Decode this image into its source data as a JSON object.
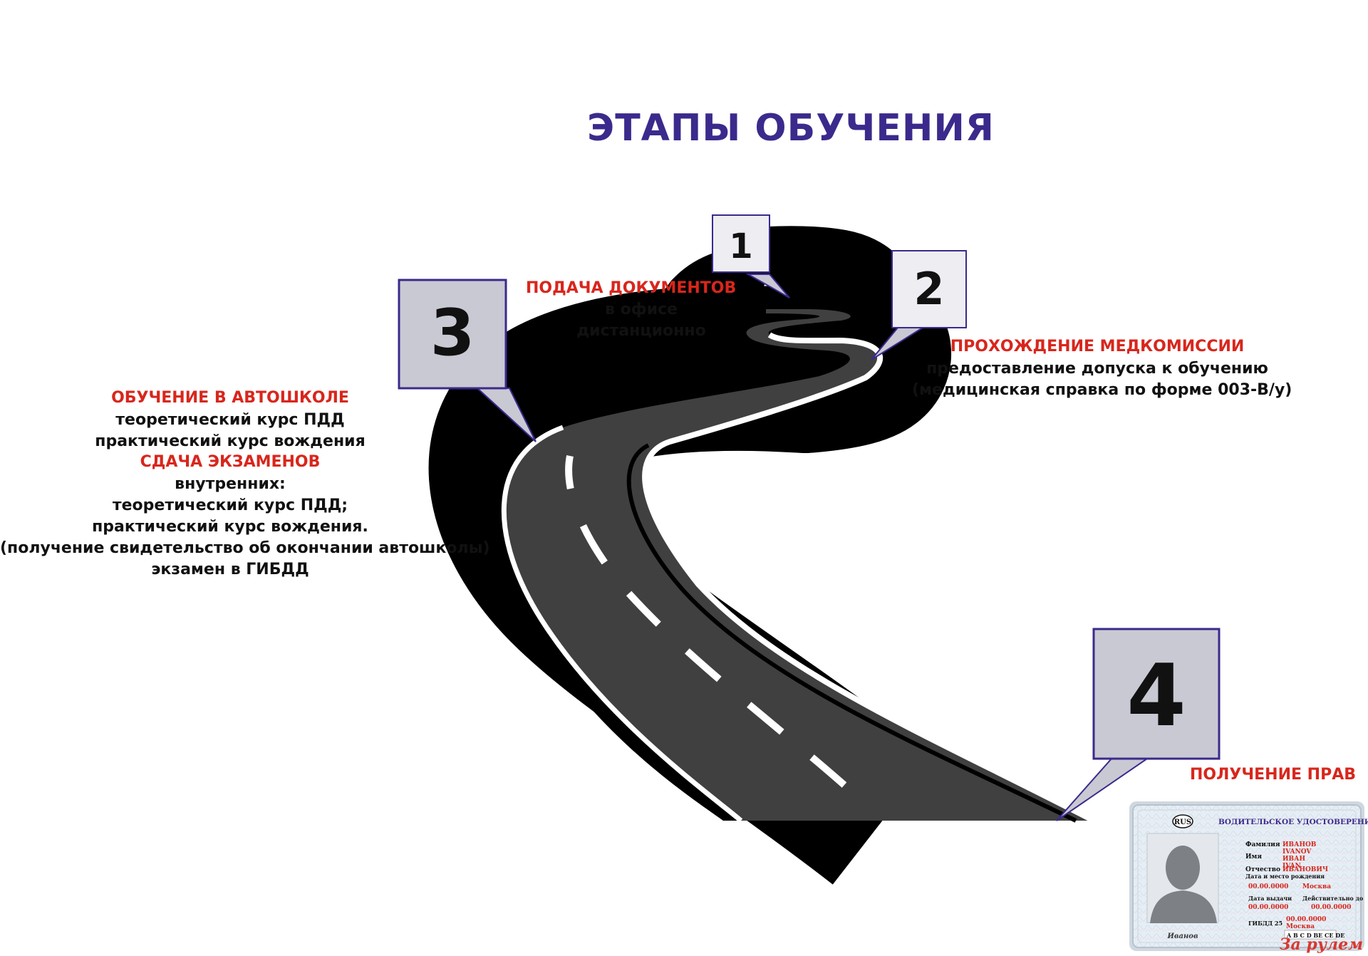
{
  "title": "ЭТАПЫ ОБУЧЕНИЯ",
  "colors": {
    "title": "#3b2a8c",
    "heading_red": "#d8261c",
    "road": "#404040",
    "box_fill": "#c9c9d3",
    "box_border": "#3b2a8c"
  },
  "steps": [
    {
      "number": "1",
      "heading": "ПОДАЧА ДОКУМЕНТОВ",
      "lines": [
        "в офисе",
        "дистанционно"
      ]
    },
    {
      "number": "2",
      "heading": "ПРОХОЖДЕНИЕ МЕДКОМИССИИ",
      "lines": [
        "предоставление допуска к обучению",
        "(медицинская справка по форме 003-В/у)"
      ]
    },
    {
      "number": "3",
      "heading": "ОБУЧЕНИЕ В АВТОШКОЛЕ",
      "lines": [
        "теоретический курс ПДД",
        "практический курс вождения"
      ],
      "heading2": "СДАЧА ЭКЗАМЕНОВ",
      "lines2": [
        "внутренних:",
        "теоретический курс ПДД;",
        "практический курс вождения.",
        "(получение свидетельство об окончании автошколы)",
        "экзамен в ГИБДД"
      ]
    },
    {
      "number": "4",
      "heading": "ПОЛУЧЕНИЕ ПРАВ"
    }
  ],
  "license": {
    "country": "RUS",
    "title": "ВОДИТЕЛЬСКОЕ УДОСТОВЕРЕНИЕ",
    "fields": [
      {
        "label": "Фамилия",
        "values": [
          "ИВАНОВ",
          "IVANOV"
        ]
      },
      {
        "label": "Имя",
        "values": [
          "ИВАН",
          "IVAN"
        ]
      },
      {
        "label": "Отчество",
        "values": [
          "ИВАНОВИЧ"
        ]
      }
    ],
    "birth_label": "Дата и место рождения",
    "birth_date": "00.00.0000",
    "birth_place": "Москва",
    "issue_label": "Дата выдачи",
    "issue_date": "00.00.0000",
    "valid_label": "Действительно до",
    "valid_date": "00.00.0000",
    "authority_label": "ГИБДД 25",
    "authority_date": "00.00.0000",
    "authority_city": "Москва",
    "categories": "A B C D BE CE DE",
    "signature": "Иванов",
    "watermark": "За рулем"
  }
}
